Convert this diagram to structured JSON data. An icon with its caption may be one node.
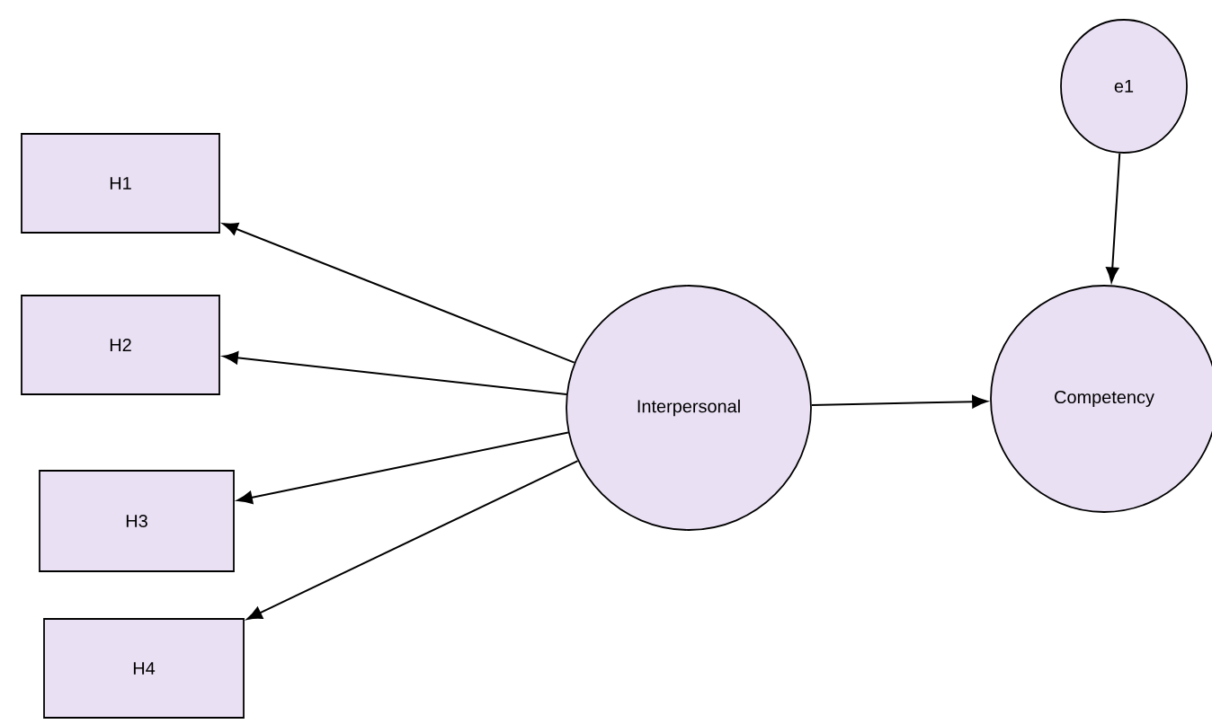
{
  "diagram": {
    "nodes": [
      {
        "text": [
          "H1"
        ]
      },
      {
        "text": [
          "H2"
        ]
      },
      {
        "text": [
          "H3"
        ]
      },
      {
        "text": [
          "H4"
        ]
      },
      {
        "text": [
          "Interpersonal"
        ]
      },
      {
        "text": [
          "e1"
        ]
      },
      {
        "text": [
          "Competency"
        ]
      }
    ],
    "edges": [
      {
        "from": 4,
        "to": 0,
        "arrow": "to"
      },
      {
        "from": 4,
        "to": 1,
        "arrow": "to"
      },
      {
        "from": 4,
        "to": 2,
        "arrow": "to"
      },
      {
        "from": 4,
        "to": 3,
        "arrow": "to"
      },
      {
        "from": 4,
        "to": 6,
        "arrow": "to"
      },
      {
        "from": 5,
        "to": 6,
        "arrow": "to"
      }
    ]
  }
}
